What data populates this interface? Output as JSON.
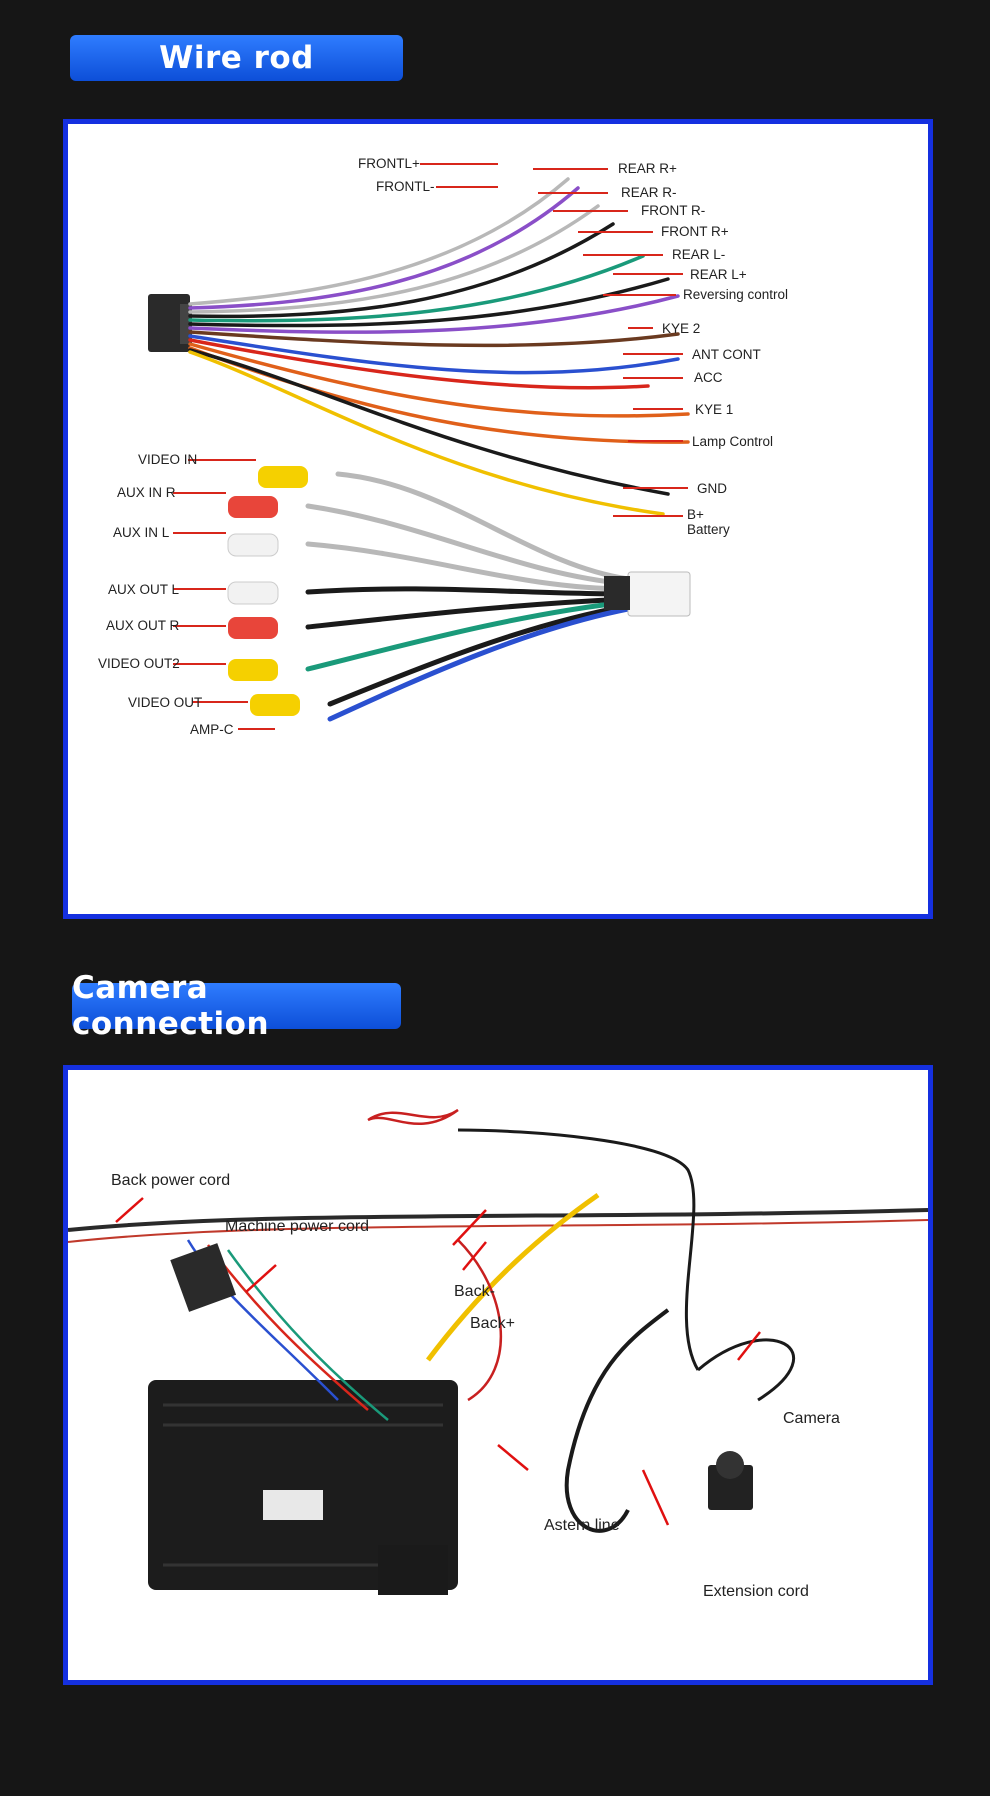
{
  "sections": {
    "wire_rod_title": "Wire rod",
    "camera_title": "Camera connection"
  },
  "wire_rod": {
    "labels": {
      "frontl_plus": "FRONTL+",
      "frontl_minus": "FRONTL-",
      "rear_r_plus": "REAR R+",
      "rear_r_minus": "REAR R-",
      "front_r_minus": "FRONT R-",
      "front_r_plus": "FRONT R+",
      "rear_l_minus": "REAR L-",
      "rear_l_plus": "REAR L+",
      "reversing": "Reversing control",
      "kye2": "KYE 2",
      "ant_cont": "ANT CONT",
      "acc": "ACC",
      "kye1": "KYE 1",
      "lamp": "Lamp Control",
      "gnd": "GND",
      "b_plus": "B+",
      "battery": "Battery",
      "video_in": "VIDEO IN",
      "aux_in_r": "AUX IN R",
      "aux_in_l": "AUX IN L",
      "aux_out_l": "AUX OUT L",
      "aux_out_r": "AUX OUT R",
      "video_out2": "VIDEO OUT2",
      "video_out": "VIDEO OUT",
      "amp_c": "AMP-C"
    },
    "wire_colors": {
      "red": "#d8261b",
      "yellow": "#f0c000",
      "black": "#1a1a1a",
      "purple": "#8a4fc8",
      "green": "#1a9a7a",
      "orange": "#e0601a",
      "blue": "#2a50d0",
      "brown": "#6a3a20",
      "grey": "#b8b8b8"
    }
  },
  "camera": {
    "labels": {
      "back_power": "Back power cord",
      "machine_power": "Machine power cord",
      "back_minus": "Back-",
      "back_plus": "Back+",
      "camera": "Camera",
      "astern": "Astern line",
      "extension": "Extension cord"
    }
  }
}
